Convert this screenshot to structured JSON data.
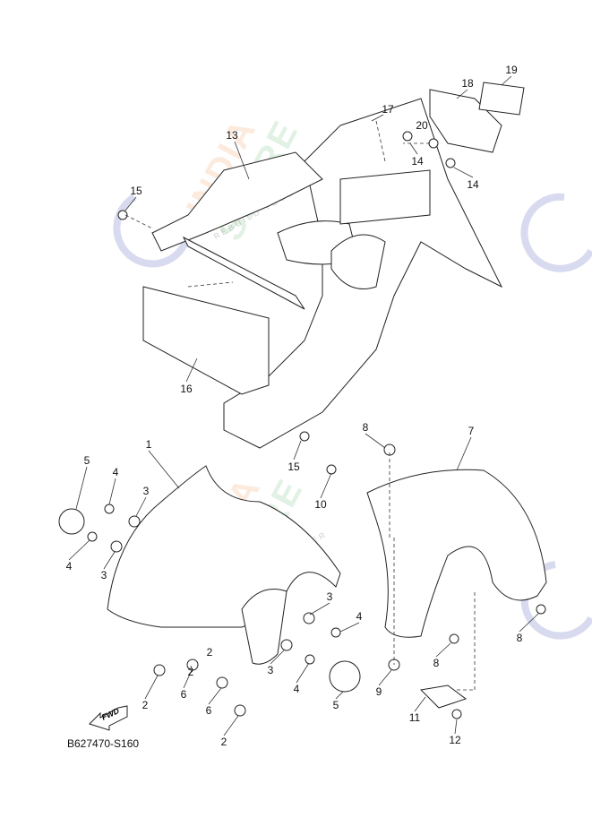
{
  "diagram_code": "B627470-S160",
  "fwd_label": "FWD",
  "watermark": {
    "line1": "INDIA",
    "line2": "SPARE",
    "tagline": "REBUILD TOGETHER",
    "color1": "#f4a36a",
    "color2": "#7cc38a",
    "icon_color": "#8a8fcf"
  },
  "callouts": [
    {
      "num": "19"
    },
    {
      "num": "18"
    },
    {
      "num": "17"
    },
    {
      "num": "13"
    },
    {
      "num": "20"
    },
    {
      "num": "14"
    },
    {
      "num": "14"
    },
    {
      "num": "15"
    },
    {
      "num": "16"
    },
    {
      "num": "15"
    },
    {
      "num": "8"
    },
    {
      "num": "7"
    },
    {
      "num": "1"
    },
    {
      "num": "5"
    },
    {
      "num": "4"
    },
    {
      "num": "3"
    },
    {
      "num": "10"
    },
    {
      "num": "4"
    },
    {
      "num": "3"
    },
    {
      "num": "3"
    },
    {
      "num": "4"
    },
    {
      "num": "2"
    },
    {
      "num": "2"
    },
    {
      "num": "3"
    },
    {
      "num": "4"
    },
    {
      "num": "5"
    },
    {
      "num": "6"
    },
    {
      "num": "2"
    },
    {
      "num": "6"
    },
    {
      "num": "9"
    },
    {
      "num": "8"
    },
    {
      "num": "8"
    },
    {
      "num": "11"
    },
    {
      "num": "12"
    },
    {
      "num": "2"
    }
  ]
}
